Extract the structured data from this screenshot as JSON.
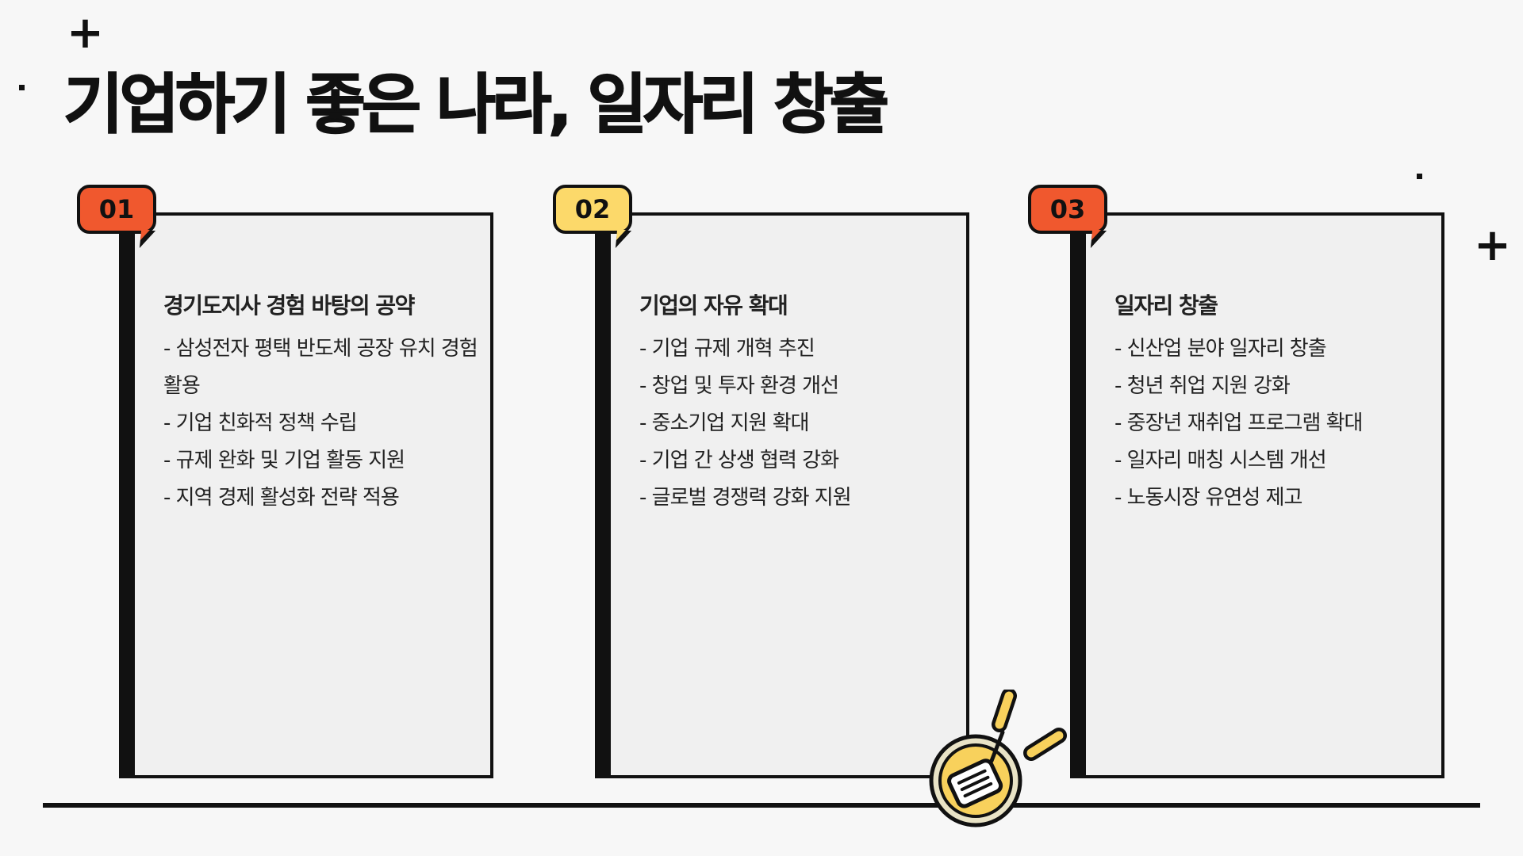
{
  "title": "기업하기 좋은 나라, 일자리 창출",
  "decor": {
    "plus_symbol": "+",
    "colors": {
      "background": "#f7f7f7",
      "ink": "#111111",
      "card_fill": "#f0f0f0",
      "badge_orange": "#f0582e",
      "badge_yellow": "#fcd96a",
      "pan_yellow": "#f8d15c"
    }
  },
  "cards": [
    {
      "number": "01",
      "badge_color": "#f0582e",
      "heading": "경기도지사 경험 바탕의 공약",
      "items": [
        "- 삼성전자 평택 반도체 공장 유치 경험 활용",
        "- 기업 친화적 정책 수립",
        "- 규제 완화 및 기업 활동 지원",
        "- 지역 경제 활성화 전략 적용"
      ]
    },
    {
      "number": "02",
      "badge_color": "#fcd96a",
      "heading": "기업의 자유 확대",
      "items": [
        "- 기업 규제 개혁 추진",
        "- 창업 및 투자 환경 개선",
        "- 중소기업 지원 확대",
        "- 기업 간 상생 협력 강화",
        "- 글로벌 경쟁력 강화 지원"
      ]
    },
    {
      "number": "03",
      "badge_color": "#f0582e",
      "heading": "일자리 창출",
      "items": [
        "- 신산업 분야 일자리 창출",
        "- 청년 취업 지원 강화",
        "- 중장년 재취업 프로그램 확대",
        "- 일자리 매칭 시스템 개선",
        "- 노동시장 유연성 제고"
      ]
    }
  ]
}
